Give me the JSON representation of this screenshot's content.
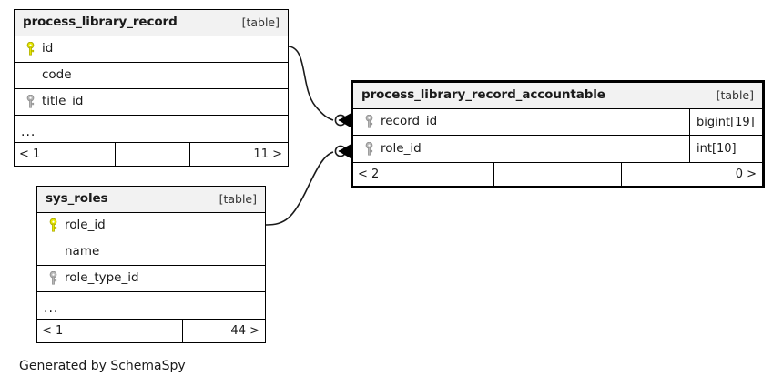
{
  "diagram": {
    "generator_caption": "Generated by SchemaSpy",
    "table_kind_label": "[table]",
    "ellipsis": "...",
    "colors": {
      "primary_key": "#e8e800",
      "foreign_key": "#b0b0b0",
      "table_border": "#000000",
      "header_fill": "#f2f2f2",
      "row_fill": "#ffffff",
      "background": "#ffffff",
      "edge": "#1a1a1a"
    }
  },
  "tables": [
    {
      "id": "process_library_record",
      "title": "process_library_record",
      "kind": "[table]",
      "focal": false,
      "columns": [
        {
          "name": "id",
          "key": "primary",
          "type": ""
        },
        {
          "name": "code",
          "key": "none",
          "type": ""
        },
        {
          "name": "title_id",
          "key": "foreign",
          "type": ""
        }
      ],
      "has_more_row": true,
      "footer": {
        "left": "< 1",
        "middle": "",
        "right": "11 >"
      }
    },
    {
      "id": "process_library_record_accountable",
      "title": "process_library_record_accountable",
      "kind": "[table]",
      "focal": true,
      "columns": [
        {
          "name": "record_id",
          "key": "foreign",
          "type": "bigint[19]"
        },
        {
          "name": "role_id",
          "key": "foreign",
          "type": "int[10]"
        }
      ],
      "has_more_row": false,
      "footer": {
        "left": "< 2",
        "middle": "",
        "right": "0 >"
      }
    },
    {
      "id": "sys_roles",
      "title": "sys_roles",
      "kind": "[table]",
      "focal": false,
      "columns": [
        {
          "name": "role_id",
          "key": "primary",
          "type": ""
        },
        {
          "name": "name",
          "key": "none",
          "type": ""
        },
        {
          "name": "role_type_id",
          "key": "foreign",
          "type": ""
        }
      ],
      "has_more_row": true,
      "footer": {
        "left": "< 1",
        "middle": "",
        "right": "44 >"
      }
    }
  ],
  "relationships": [
    {
      "from_table": "process_library_record",
      "from_column": "id",
      "to_table": "process_library_record_accountable",
      "to_column": "record_id",
      "from_cardinality": "one",
      "to_cardinality": "zero-or-many"
    },
    {
      "from_table": "sys_roles",
      "from_column": "role_id",
      "to_table": "process_library_record_accountable",
      "to_column": "role_id",
      "from_cardinality": "one",
      "to_cardinality": "zero-or-many"
    }
  ]
}
